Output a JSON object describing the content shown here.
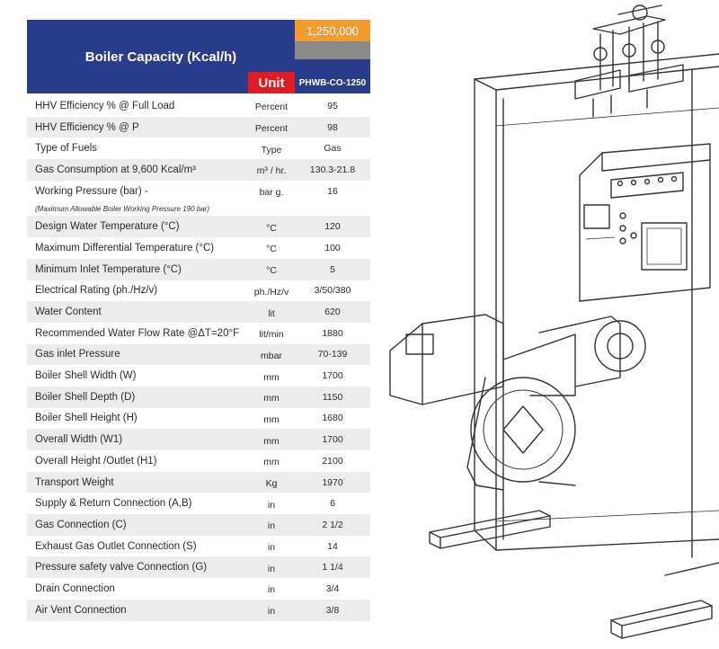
{
  "header": {
    "title": "Boiler Capacity (Kcal/h)",
    "capacity": "1,250,000",
    "unit_label": "Unit",
    "model": "PHWB-CO-1250"
  },
  "rows": [
    {
      "param": "HHV Efficiency % @ Full Load",
      "unit": "Percent",
      "value": "95"
    },
    {
      "param": "HHV Efficiency % @ P",
      "unit": "Percent",
      "value": "98"
    },
    {
      "param": "Type of Fuels",
      "unit": "Type",
      "value": "Gas"
    },
    {
      "param": "Gas Consumption at 9,600 Kcal/m³",
      "unit": "m³ / hr.",
      "value": "130.3-21.8"
    },
    {
      "param": "Working Pressure (bar) -",
      "unit": "bar g.",
      "value": "16"
    },
    {
      "param": "Design  Water Temperature  (°C)",
      "unit": "°C",
      "value": "120"
    },
    {
      "param": "Maximum Differential Temperature (°C)",
      "unit": "°C",
      "value": "100"
    },
    {
      "param": "Minimum Inlet Temperature (°C)",
      "unit": "°C",
      "value": "5"
    },
    {
      "param": "Electrical Rating (ph./Hz/v)",
      "unit": "ph./Hz/v",
      "value": "3/50/380"
    },
    {
      "param": "Water Content",
      "unit": "lit",
      "value": "620"
    },
    {
      "param": "Recommended Water Flow Rate @ΔT=20°F",
      "unit": "lit/min",
      "value": "1880"
    },
    {
      "param": "Gas inlet Pressure",
      "unit": "mbar",
      "value": "70-139"
    },
    {
      "param": "Boiler Shell Width (W)",
      "unit": "mm",
      "value": "1700"
    },
    {
      "param": "Boiler Shell Depth (D)",
      "unit": "mm",
      "value": "1150"
    },
    {
      "param": "Boiler Shell Height (H)",
      "unit": "mm",
      "value": "1680"
    },
    {
      "param": "Overall Width (W1)",
      "unit": "mm",
      "value": "1700"
    },
    {
      "param": "Overall Height /Outlet (H1)",
      "unit": "mm",
      "value": "2100"
    },
    {
      "param": "Transport Weight",
      "unit": "Kg",
      "value": "1970"
    },
    {
      "param": "Supply & Return Connection (A,B)",
      "unit": "in",
      "value": "6"
    },
    {
      "param": "Gas Connection (C)",
      "unit": "in",
      "value": "2 1/2"
    },
    {
      "param": "Exhaust Gas Outlet Connection (S)",
      "unit": "in",
      "value": "14"
    },
    {
      "param": "Pressure safety valve Connection (G)",
      "unit": "in",
      "value": "1 1/4"
    },
    {
      "param": "Drain Connection",
      "unit": "in",
      "value": "3/4"
    },
    {
      "param": "Air Vent Connection",
      "unit": "in",
      "value": "3/8"
    }
  ],
  "note": "(Maximum Allowable Boiler Working Pressure 190 bar)",
  "colors": {
    "navy": "#2a3d8c",
    "orange": "#f29b2f",
    "red": "#e11b22",
    "grey": "#8a8a8a"
  }
}
